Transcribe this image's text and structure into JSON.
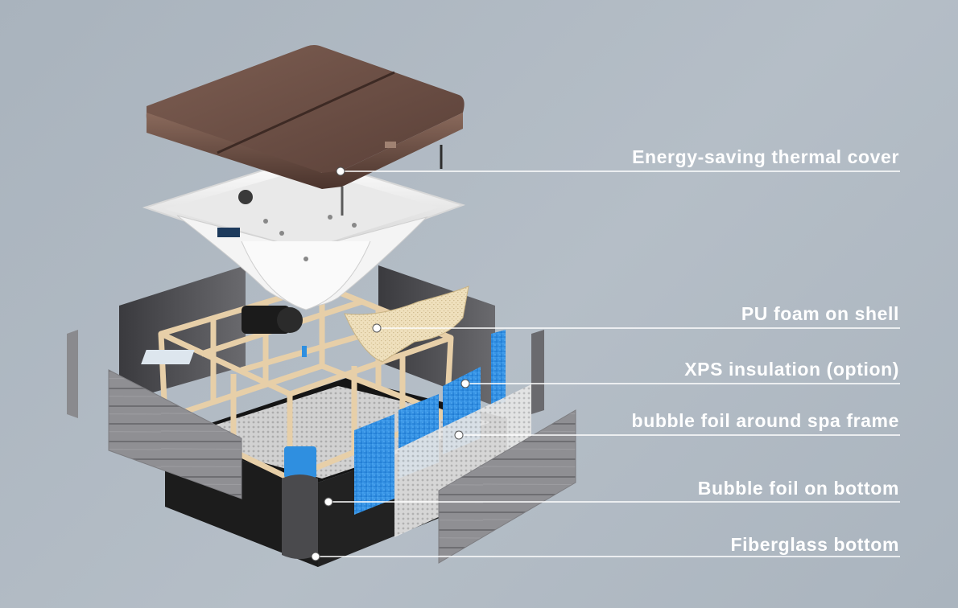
{
  "callouts": [
    {
      "id": "thermal-cover",
      "label": "Energy-saving thermal cover"
    },
    {
      "id": "pu-foam",
      "label": "PU foam on shell"
    },
    {
      "id": "xps-insulation",
      "label": "XPS insulation (option)"
    },
    {
      "id": "bubble-foil-frame",
      "label": "bubble foil around spa frame"
    },
    {
      "id": "bubble-foil-bottom",
      "label": "Bubble foil on bottom"
    },
    {
      "id": "fiberglass-bottom",
      "label": "Fiberglass bottom"
    }
  ],
  "colors": {
    "background": "#adb7c1",
    "cover": "#6b4f45",
    "shell": "#f2f2f0",
    "frame": "#e7cfa8",
    "xps": "#2f8fe0",
    "panel": "#8e8e92",
    "bottom": "#1a1a1a",
    "label": "#ffffff"
  }
}
